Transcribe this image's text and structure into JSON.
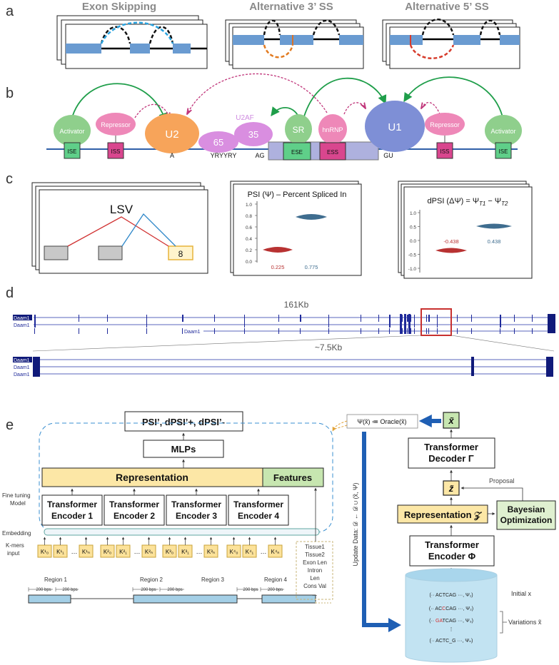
{
  "panels": {
    "a": {
      "label": "a",
      "titles": [
        "Exon Skipping",
        "Alternative 3’ SS",
        "Alternative 5’ SS"
      ]
    },
    "b": {
      "label": "b",
      "factors": {
        "activator": "Activator",
        "repressor": "Repressor",
        "u2": "U2",
        "u2af": "U2AF",
        "u2af65": "65",
        "u2af35": "35",
        "sr": "SR",
        "hnrnp": "hnRNP",
        "u1": "U1"
      },
      "elements": {
        "ise": "ISE",
        "iss": "ISS",
        "ese": "ESE",
        "ess": "ESS"
      },
      "sequence": {
        "a": "A",
        "yryyry": "YRYYRY",
        "ag": "AG",
        "gu": "GU"
      }
    },
    "c": {
      "label": "c",
      "lsv_title": "LSV",
      "lsv_count": "8",
      "psi_title": "PSI (Ψ) – Percent Spliced In",
      "psi_ticks": [
        "1.0",
        "0.8",
        "0.6",
        "0.4",
        "0.2",
        "0.0"
      ],
      "psi_values": [
        "0.225",
        "0.775"
      ],
      "dpsi_title_prefix": "dPSI (ΔΨ) = Ψ",
      "dpsi_sub1": "T1",
      "dpsi_minus": " − Ψ",
      "dpsi_sub2": "T2",
      "dpsi_ticks": [
        "1.0",
        "0.5",
        "0.0",
        "-0.5",
        "-1.0"
      ],
      "dpsi_values": [
        "-0.438",
        "0.438"
      ],
      "colors": {
        "red": "#b83232",
        "blue": "#3f6d8f"
      }
    },
    "d": {
      "label": "d",
      "gene_name": "Daam1",
      "top_size": "161Kb",
      "zoom_size": "~7.5Kb"
    },
    "e": {
      "label": "e",
      "output": "PSI’, dPSI’+, dPSI’-",
      "mlps": "MLPs",
      "representation": "Representation",
      "features": "Features",
      "fine_tuning": [
        "Fine tuning",
        "Model"
      ],
      "embedding": "Embedding",
      "kmers": [
        "K-mers",
        "input"
      ],
      "encoders": [
        [
          "Transformer",
          "Encoder 1"
        ],
        [
          "Transformer",
          "Encoder 2"
        ],
        [
          "Transformer",
          "Encoder 3"
        ],
        [
          "Transformer",
          "Encoder 4"
        ]
      ],
      "kmer_groups": [
        {
          "k0": "K¹₀",
          "k1": "K¹₁",
          "kn": "K¹ₙ"
        },
        {
          "k0": "K²₀",
          "k1": "K²₁",
          "kn": "K²ₙ"
        },
        {
          "k0": "K³₀",
          "k1": "K³₁",
          "kn": "K³ₙ"
        },
        {
          "k0": "K⁴₀",
          "k1": "K⁴₁",
          "kn": "K⁴ₙ"
        }
      ],
      "dots": "…",
      "regions": [
        "Region 1",
        "Region 2",
        "Region 3",
        "Region 4"
      ],
      "bps": "200 bps",
      "feature_list": [
        "Tissue1",
        "Tissue2",
        "Exon Len",
        "Intron",
        "Len",
        "Cons Val",
        "..."
      ],
      "oracle": "Ψ(x̃) ≔ Oracle(x̃)",
      "x_tilde": "x̃",
      "z_tilde": "z̃",
      "decoder": [
        "Transformer",
        "Decoder Γ"
      ],
      "proposal": "Proposal",
      "rep_z": "Representation 𝒵",
      "bayes": [
        "Bayesian",
        "Optimization"
      ],
      "encoder_phi": [
        "Transformer",
        "Encoder Φ"
      ],
      "update": "Update Data: 𝒟 ← 𝒟 ∪ (x̃, Ψ)",
      "db_rows": [
        [
          "(·· ACTCAG ···, Ψ₁)"
        ],
        [
          "(·· AC",
          "C",
          "CAG ···, Ψ₂)"
        ],
        [
          "(·· ",
          "GA",
          "TCAG ···, Ψ₃)"
        ],
        [
          "⋮"
        ],
        [
          "(·· ACTC_G ···, Ψₙ)"
        ]
      ],
      "initial_x": "Initial x",
      "variations": "Variations x̃"
    }
  }
}
